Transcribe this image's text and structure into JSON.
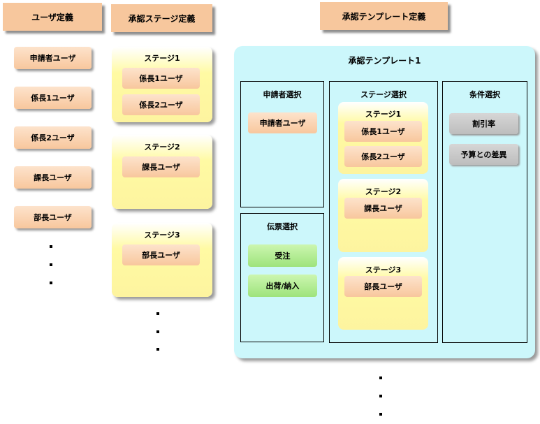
{
  "headers": {
    "users": "ユーザ定義",
    "stages": "承認ステージ定義",
    "templates": "承認テンプレート定義"
  },
  "users": [
    "申請者ユーザ",
    "係長1ユーザ",
    "係長2ユーザ",
    "課長ユーザ",
    "部長ユーザ"
  ],
  "stages": [
    {
      "title": "ステージ1",
      "users": [
        "係長1ユーザ",
        "係長2ユーザ"
      ]
    },
    {
      "title": "ステージ2",
      "users": [
        "課長ユーザ"
      ]
    },
    {
      "title": "ステージ3",
      "users": [
        "部長ユーザ"
      ]
    }
  ],
  "template": {
    "title": "承認テンプレート1",
    "applicant": {
      "title": "申請者選択",
      "item": "申請者ユーザ"
    },
    "voucher": {
      "title": "伝票選択",
      "items": [
        "受注",
        "出荷/納入"
      ]
    },
    "stage_select": {
      "title": "ステージ選択",
      "stages": [
        {
          "title": "ステージ1",
          "users": [
            "係長1ユーザ",
            "係長2ユーザ"
          ]
        },
        {
          "title": "ステージ2",
          "users": [
            "課長ユーザ"
          ]
        },
        {
          "title": "ステージ3",
          "users": [
            "部長ユーザ"
          ]
        }
      ]
    },
    "conditions": {
      "title": "条件選択",
      "items": [
        "割引率",
        "予算との差異"
      ]
    }
  },
  "colors": {
    "header_orange": "#f7c79d",
    "stage_yellow": "#fffaa3",
    "template_cyan": "#ccf7fb",
    "voucher_green": "#9ee37c",
    "condition_gray": "#bdbdbd"
  }
}
